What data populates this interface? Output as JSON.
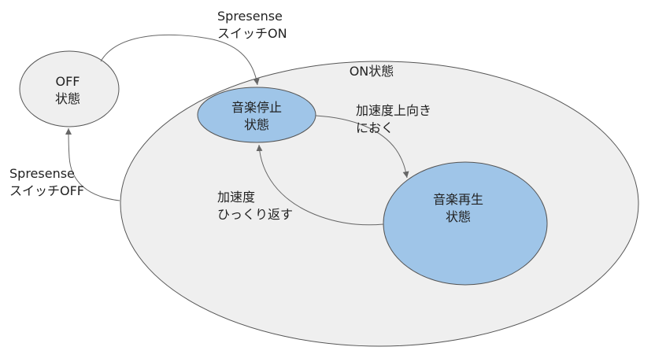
{
  "diagram": {
    "states": {
      "off": {
        "line1": "OFF",
        "line2": "状態"
      },
      "on": {
        "label": "ON状態"
      },
      "stopped": {
        "line1": "音楽停止",
        "line2": "状態"
      },
      "playing": {
        "line1": "音楽再生",
        "line2": "状態"
      }
    },
    "transitions": {
      "switch_on": {
        "line1": "Spresense",
        "line2": "スイッチON"
      },
      "switch_off": {
        "line1": "Spresense",
        "line2": "スイッチOFF"
      },
      "face_up": {
        "line1": "加速度上向き",
        "line2": "におく"
      },
      "flip_back": {
        "line1": "加速度",
        "line2": "ひっくり返す"
      }
    },
    "colors": {
      "state_fill": "#efefef",
      "active_state_fill": "#9fc5e8",
      "border": "#555555",
      "arrow": "#666666"
    }
  }
}
